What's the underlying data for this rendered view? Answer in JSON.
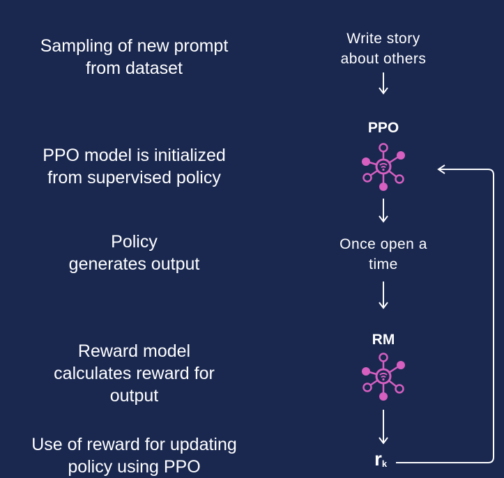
{
  "steps": [
    "Sampling of new prompt\nfrom dataset",
    "PPO model is initialized\nfrom supervised policy",
    "Policy\ngenerates output",
    "Reward model\ncalculates reward for\noutput",
    "Use of reward for updating\npolicy using PPO"
  ],
  "flow": {
    "prompt_text": "Write story\nabout others",
    "ppo_label": "PPO",
    "output_text": "Once open a\ntime",
    "rm_label": "RM",
    "reward_symbol": "r",
    "reward_subscript": "k"
  },
  "colors": {
    "background": "#1a2850",
    "icon": "#d65fc0",
    "text": "#ffffff"
  },
  "icons": {
    "ppo_icon": "neural-network-node-icon",
    "rm_icon": "neural-network-node-icon"
  }
}
